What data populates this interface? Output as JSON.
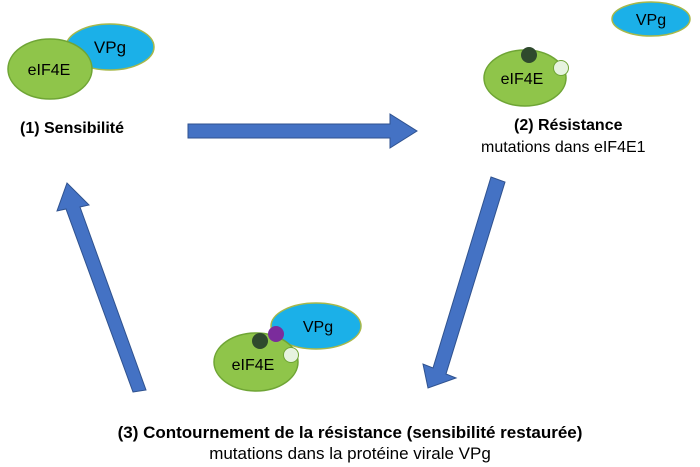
{
  "stage1": {
    "title": "(1) Sensibilité",
    "eif4e": "eIF4E",
    "vpg": "VPg"
  },
  "stage2": {
    "title": "(2) Résistance",
    "subtitle": "mutations dans eIF4E1",
    "eif4e": "eIF4E",
    "vpg": "VPg"
  },
  "stage3": {
    "title": "(3) Contournement de la résistance (sensibilité restaurée)",
    "subtitle": "mutations dans la protéine virale VPg",
    "eif4e": "eIF4E",
    "vpg": "VPg"
  },
  "colors": {
    "eif4e_fill": "#8fc54a",
    "eif4e_stroke": "#6fa535",
    "vpg_fill": "#1bb0e8",
    "vpg_stroke": "#a7b84a",
    "arrow_fill": "#4472c4",
    "arrow_stroke": "#2f528f",
    "dark_dot": "#2f4a2d",
    "light_dot": "#e6f3df",
    "purple_dot": "#7b2c9c"
  }
}
